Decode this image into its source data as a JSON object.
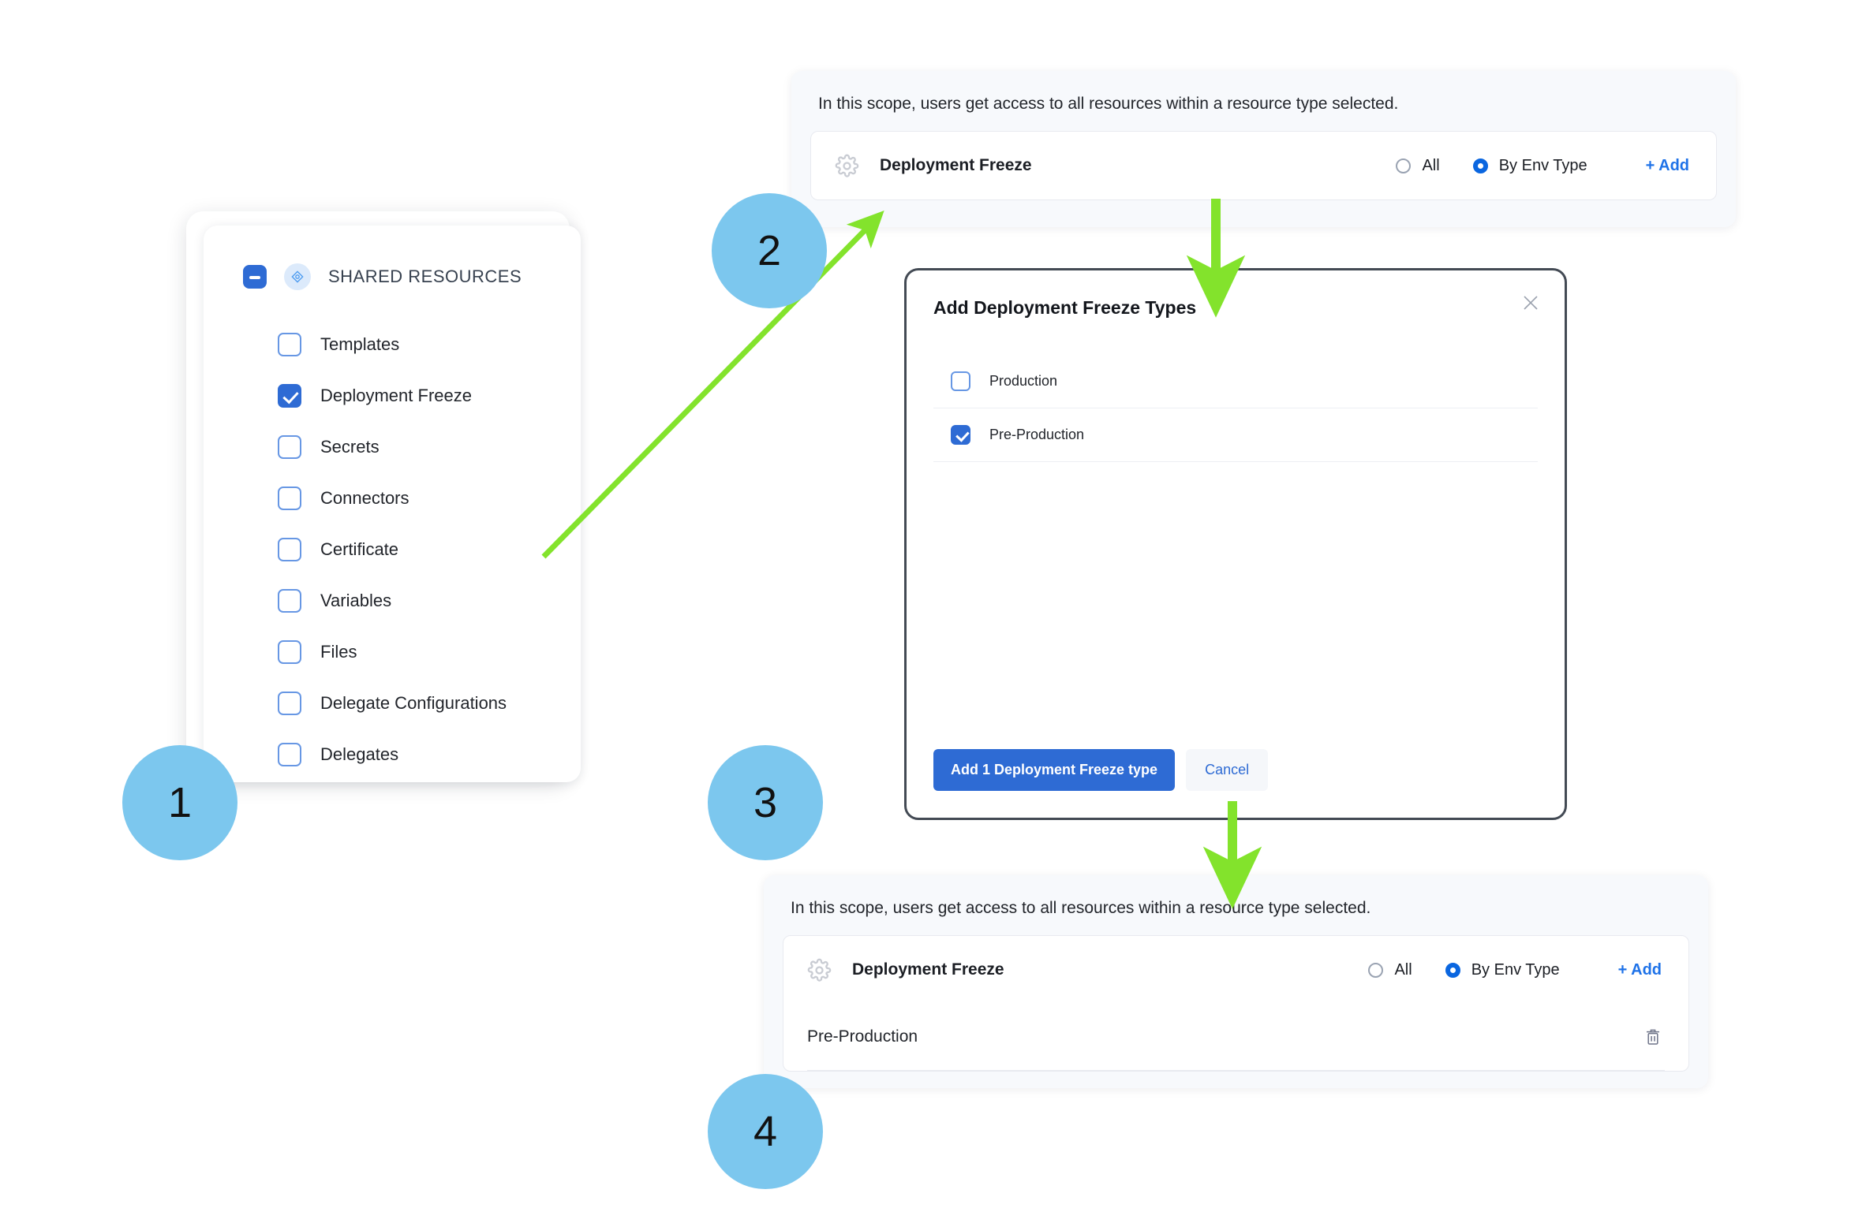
{
  "steps": [
    {
      "number": "1"
    },
    {
      "number": "2"
    },
    {
      "number": "3"
    },
    {
      "number": "4"
    }
  ],
  "colors": {
    "step_circle": "#7CC7EE",
    "arrow_green": "#83E32C",
    "primary_blue": "#2E6BD4",
    "link_blue": "#1E72E8",
    "panel_bg": "#F7F9FC",
    "modal_border": "#434A54"
  },
  "resources_card": {
    "header": {
      "label": "SHARED RESOURCES",
      "checkbox_state": "indeterminate",
      "badge_icon": "shared-resources-icon"
    },
    "items": [
      {
        "label": "Templates",
        "checked": false
      },
      {
        "label": "Deployment Freeze",
        "checked": true
      },
      {
        "label": "Secrets",
        "checked": false
      },
      {
        "label": "Connectors",
        "checked": false
      },
      {
        "label": "Certificate",
        "checked": false
      },
      {
        "label": "Variables",
        "checked": false
      },
      {
        "label": "Files",
        "checked": false
      },
      {
        "label": "Delegate Configurations",
        "checked": false
      },
      {
        "label": "Delegates",
        "checked": false
      }
    ]
  },
  "scope_panel_top": {
    "note": "In this scope, users get access to all resources within a resource type selected.",
    "resource_icon": "gear-icon",
    "resource_title": "Deployment Freeze",
    "options": [
      {
        "label": "All",
        "selected": false
      },
      {
        "label": "By Env Type",
        "selected": true
      }
    ],
    "add_label": "+ Add"
  },
  "modal": {
    "title": "Add Deployment Freeze Types",
    "close_icon": "close-icon",
    "items": [
      {
        "label": "Production",
        "checked": false
      },
      {
        "label": "Pre-Production",
        "checked": true
      }
    ],
    "primary_button": "Add 1 Deployment Freeze type",
    "cancel_button": "Cancel"
  },
  "scope_panel_bottom": {
    "note": "In this scope, users get access to all resources within a resource type selected.",
    "resource_icon": "gear-icon",
    "resource_title": "Deployment Freeze",
    "options": [
      {
        "label": "All",
        "selected": false
      },
      {
        "label": "By Env Type",
        "selected": true
      }
    ],
    "add_label": "+ Add",
    "selected_rows": [
      {
        "label": "Pre-Production",
        "delete_icon": "trash-icon"
      }
    ]
  }
}
